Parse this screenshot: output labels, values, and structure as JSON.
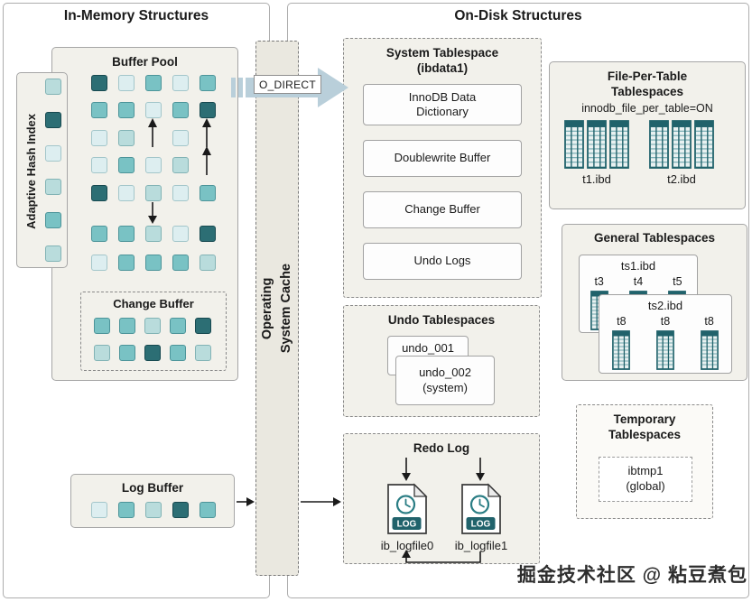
{
  "left": {
    "title": "In-Memory Structures",
    "adaptive_hash_index": {
      "label": "Adaptive Hash Index",
      "squares": [
        "light",
        "dark",
        "xlight",
        "light",
        "med",
        "light"
      ]
    },
    "buffer_pool": {
      "title": "Buffer Pool",
      "rows": [
        [
          "dark",
          "xlight",
          "med",
          "xlight",
          "med"
        ],
        [
          "med",
          "med",
          "xlight",
          "med",
          "dark"
        ],
        [
          "xlight",
          "light",
          null,
          "xlight",
          null
        ],
        [
          "xlight",
          "med",
          "xlight",
          "light",
          null
        ],
        [
          "dark",
          "xlight",
          "light",
          "xlight",
          "med"
        ],
        [
          "med",
          "med",
          "light",
          "xlight",
          "dark"
        ],
        [
          "xlight",
          "med",
          "med",
          "med",
          "light"
        ]
      ],
      "change_buffer": {
        "title": "Change Buffer",
        "rows": [
          [
            "med",
            "med",
            "light",
            "med",
            "dark"
          ],
          [
            "light",
            "med",
            "dark",
            "med",
            "light"
          ]
        ]
      }
    },
    "log_buffer": {
      "title": "Log Buffer",
      "squares": [
        "xlight",
        "med",
        "light",
        "dark",
        "med"
      ]
    }
  },
  "middle": {
    "os_cache_line1": "Operating",
    "os_cache_line2": "System Cache",
    "o_direct_label": "O_DIRECT"
  },
  "right": {
    "title": "On-Disk Structures",
    "system_tablespace": {
      "title_line1": "System Tablespace",
      "title_line2": "(ibdata1)",
      "items": [
        "InnoDB Data Dictionary",
        "Doublewrite Buffer",
        "Change Buffer",
        "Undo Logs"
      ]
    },
    "file_per_table": {
      "title_line1": "File-Per-Table",
      "title_line2": "Tablespaces",
      "subtitle": "innodb_file_per_table=ON",
      "files": [
        "t1.ibd",
        "t2.ibd"
      ]
    },
    "general_tablespaces": {
      "title": "General Tablespaces",
      "ts1": {
        "label": "ts1.ibd",
        "tables": [
          "t3",
          "t4",
          "t5"
        ]
      },
      "ts2": {
        "label": "ts2.ibd",
        "tables": [
          "t8",
          "t8",
          "t8"
        ]
      }
    },
    "undo_tablespaces": {
      "title": "Undo Tablespaces",
      "undo1_label": "undo_001",
      "undo2_line1": "undo_002",
      "undo2_line2": "(system)"
    },
    "redo_log": {
      "title": "Redo Log",
      "files": [
        "ib_logfile0",
        "ib_logfile1"
      ],
      "log_icon_label": "LOG"
    },
    "temporary_tablespaces": {
      "title_line1": "Temporary",
      "title_line2": "Tablespaces",
      "inner_line1": "ibtmp1",
      "inner_line2": "(global)"
    }
  },
  "watermark": "掘金技术社区 @ 粘豆煮包",
  "colors": {
    "dark": "#2c6e74",
    "med": "#79c2c4",
    "light": "#b9dcdc",
    "xlight": "#ddeef0",
    "arrow_fill": "#b9cfda",
    "panel_fill": "#f2f1eb",
    "icon_teal": "#20626b"
  }
}
